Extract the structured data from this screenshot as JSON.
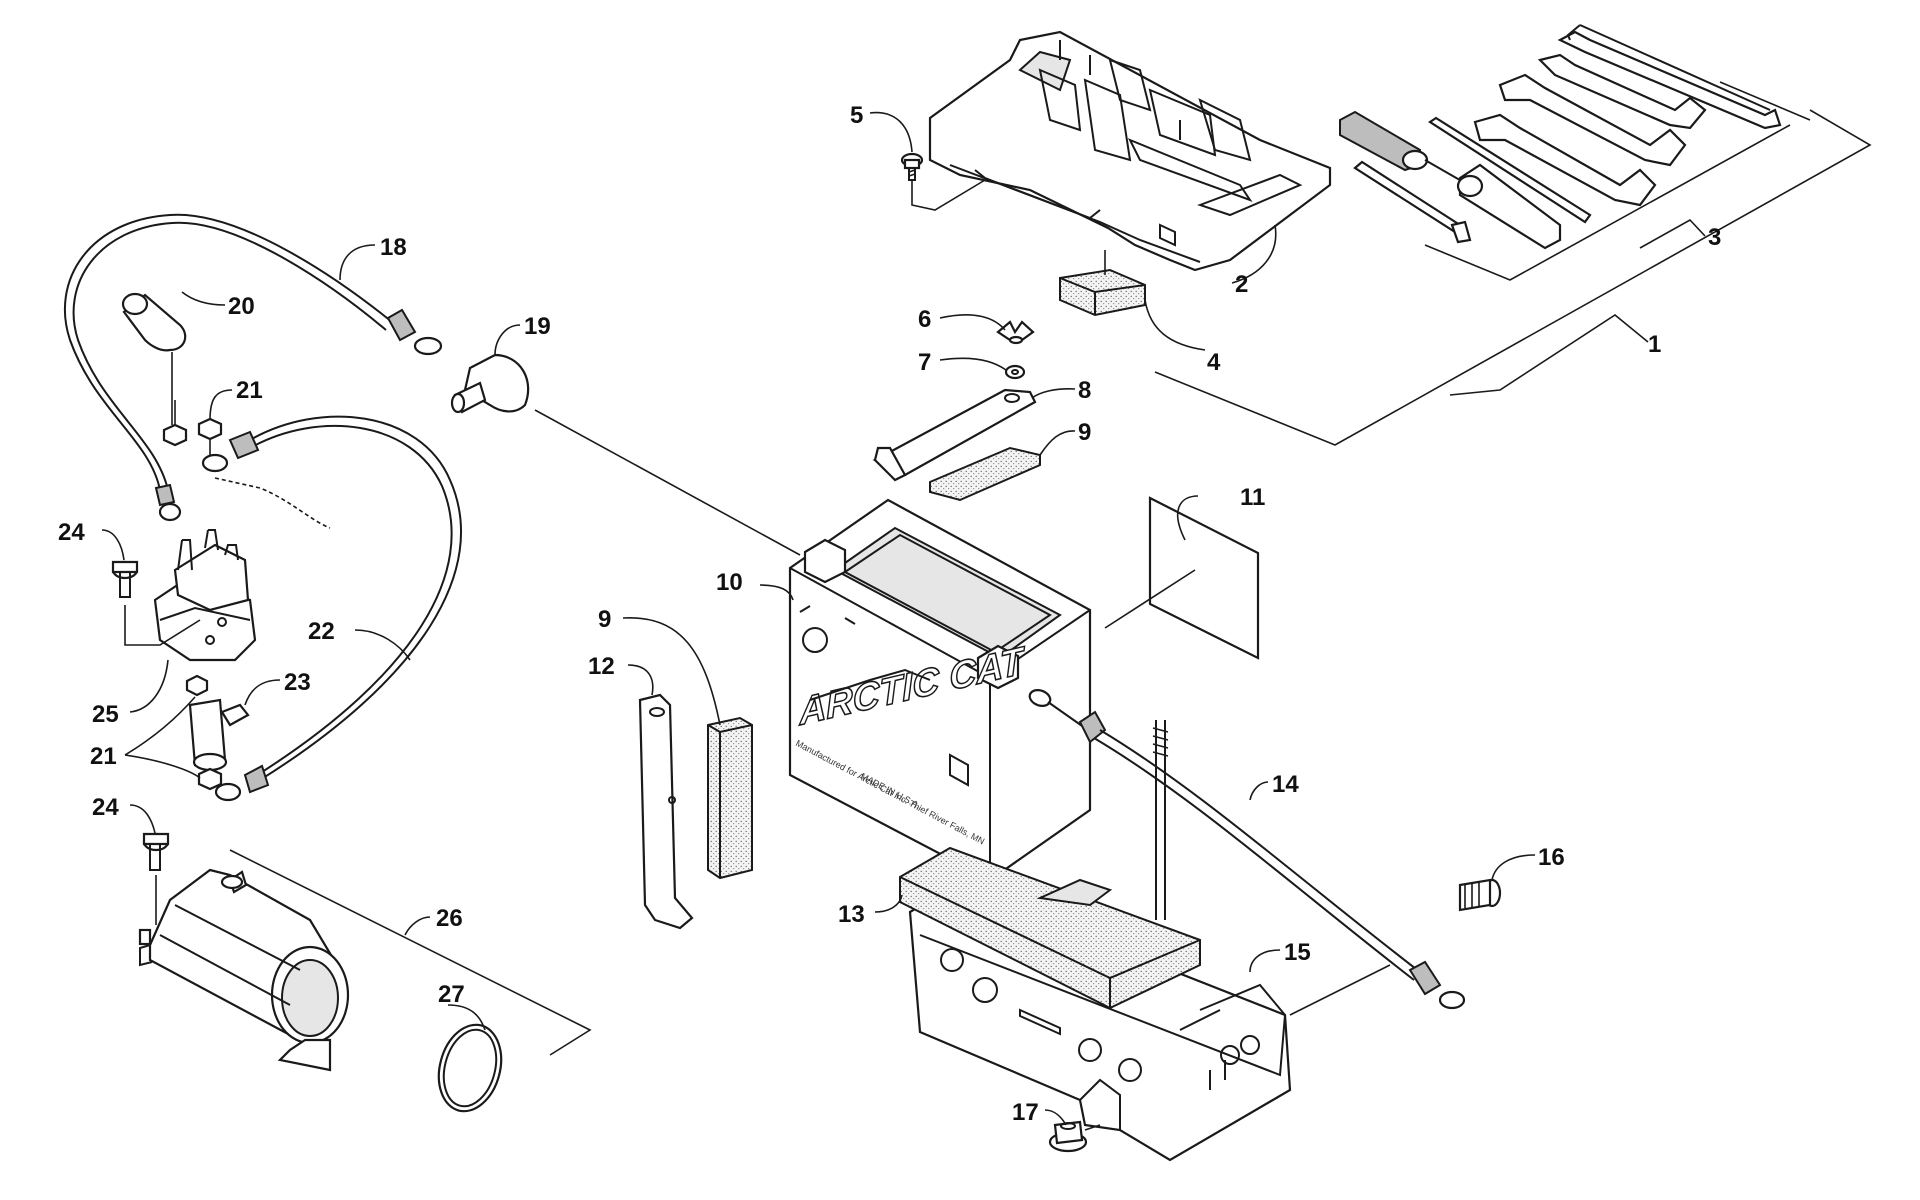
{
  "callouts": {
    "c1": "1",
    "c2": "2",
    "c3": "3",
    "c4": "4",
    "c5": "5",
    "c6": "6",
    "c7": "7",
    "c8": "8",
    "c9a": "9",
    "c9b": "9",
    "c10": "10",
    "c11": "11",
    "c12": "12",
    "c13": "13",
    "c14": "14",
    "c15": "15",
    "c16": "16",
    "c17": "17",
    "c18": "18",
    "c19": "19",
    "c20": "20",
    "c21a": "21",
    "c21b": "21",
    "c22": "22",
    "c23": "23",
    "c24a": "24",
    "c24b": "24",
    "c25": "25",
    "c26": "26",
    "c27": "27"
  },
  "battery": {
    "brand": "ARCTIC CAT",
    "line1": "Manufactured for Arctic Cat Inc. Thief River Falls, MN",
    "line2": "MADE IN U.S.A."
  },
  "colors": {
    "line": "#1a1a1a",
    "background": "#ffffff"
  }
}
